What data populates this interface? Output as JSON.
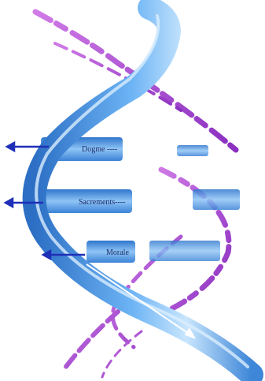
{
  "diagram": {
    "labels": [
      {
        "id": "dogme",
        "text": "Dogme ----"
      },
      {
        "id": "sacrements",
        "text": "Sacrements----"
      },
      {
        "id": "morale",
        "text": "Morale"
      }
    ],
    "colors": {
      "strand": "#3f8fe0",
      "strand_light": "#a9d4fb",
      "rung": "#4f9ae6",
      "arrow": "#1f2fb8",
      "ribbon": "#b347d6"
    }
  }
}
